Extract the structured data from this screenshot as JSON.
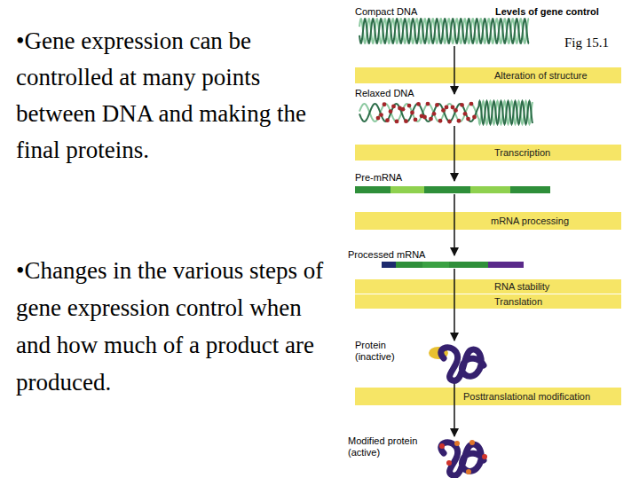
{
  "diagram": {
    "nodes": [
      {
        "text": [
          "Alteration of structure"
        ]
      },
      {
        "text": [
          "Transcription"
        ]
      },
      {
        "text": [
          "mRNA processing"
        ]
      },
      {
        "text": [
          "RNA stability"
        ]
      },
      {
        "text": [
          "Translation"
        ]
      },
      {
        "text": [
          "Posttranslational modification"
        ]
      }
    ],
    "labels": [
      "•Gene expression can be controlled at many points between DNA and making the final proteins.",
      "•Changes in the various steps of gene expression control when and how much of a product are produced.",
      "Compact DNA",
      "Levels of gene control",
      "Fig 15.1",
      "Relaxed DNA",
      "Pre-mRNA",
      "Processed mRNA",
      "Protein (inactive)",
      "Modified protein (active)"
    ]
  }
}
